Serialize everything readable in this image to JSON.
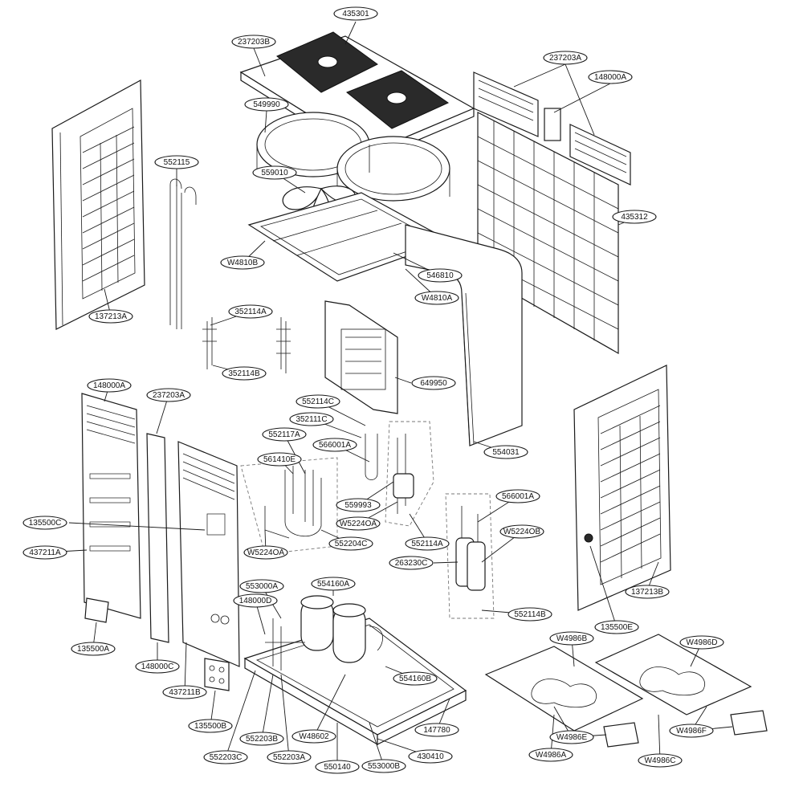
{
  "diagram": {
    "labels": [
      {
        "id": "435301",
        "text": "435301"
      },
      {
        "id": "237203B",
        "text": "237203B"
      },
      {
        "id": "237203A_top",
        "text": "237203A"
      },
      {
        "id": "148000A_top",
        "text": "148000A"
      },
      {
        "id": "549990",
        "text": "549990"
      },
      {
        "id": "552115",
        "text": "552115"
      },
      {
        "id": "559010",
        "text": "559010"
      },
      {
        "id": "435312",
        "text": "435312"
      },
      {
        "id": "W4810B",
        "text": "W4810B"
      },
      {
        "id": "546810",
        "text": "546810"
      },
      {
        "id": "W4810A",
        "text": "W4810A"
      },
      {
        "id": "137213A",
        "text": "137213A"
      },
      {
        "id": "352114A",
        "text": "352114A"
      },
      {
        "id": "352114B",
        "text": "352114B"
      },
      {
        "id": "649950",
        "text": "649950"
      },
      {
        "id": "148000A_left",
        "text": "148000A"
      },
      {
        "id": "237203A_left",
        "text": "237203A"
      },
      {
        "id": "552114C",
        "text": "552114C"
      },
      {
        "id": "352111C",
        "text": "352111C"
      },
      {
        "id": "552117A",
        "text": "552117A"
      },
      {
        "id": "566001A_mid",
        "text": "566001A"
      },
      {
        "id": "554031",
        "text": "554031"
      },
      {
        "id": "561410E",
        "text": "561410E"
      },
      {
        "id": "559993",
        "text": "559993"
      },
      {
        "id": "566001A_right",
        "text": "566001A"
      },
      {
        "id": "W5224OA_mid",
        "text": "W5224OA"
      },
      {
        "id": "W5224OB",
        "text": "W5224OB"
      },
      {
        "id": "135500C",
        "text": "135500C"
      },
      {
        "id": "552114A",
        "text": "552114A"
      },
      {
        "id": "437211A",
        "text": "437211A"
      },
      {
        "id": "W5224OA_left",
        "text": "W5224OA"
      },
      {
        "id": "552204C",
        "text": "552204C"
      },
      {
        "id": "263230C",
        "text": "263230C"
      },
      {
        "id": "553000A",
        "text": "553000A"
      },
      {
        "id": "554160A",
        "text": "554160A"
      },
      {
        "id": "137213B",
        "text": "137213B"
      },
      {
        "id": "148000D",
        "text": "148000D"
      },
      {
        "id": "552114B",
        "text": "552114B"
      },
      {
        "id": "135500E",
        "text": "135500E"
      },
      {
        "id": "135500A",
        "text": "135500A"
      },
      {
        "id": "W4986B",
        "text": "W4986B"
      },
      {
        "id": "W4986D",
        "text": "W4986D"
      },
      {
        "id": "148000C",
        "text": "148000C"
      },
      {
        "id": "554160B",
        "text": "554160B"
      },
      {
        "id": "437211B",
        "text": "437211B"
      },
      {
        "id": "135500B",
        "text": "135500B"
      },
      {
        "id": "147780",
        "text": "147780"
      },
      {
        "id": "W4986E",
        "text": "W4986E"
      },
      {
        "id": "W4986F",
        "text": "W4986F"
      },
      {
        "id": "552203B",
        "text": "552203B"
      },
      {
        "id": "W48602",
        "text": "W48602"
      },
      {
        "id": "W4986A",
        "text": "W4986A"
      },
      {
        "id": "W4986C",
        "text": "W4986C"
      },
      {
        "id": "552203C",
        "text": "552203C"
      },
      {
        "id": "552203A",
        "text": "552203A"
      },
      {
        "id": "550140",
        "text": "550140"
      },
      {
        "id": "553000B",
        "text": "553000B"
      },
      {
        "id": "430410",
        "text": "430410"
      }
    ]
  }
}
